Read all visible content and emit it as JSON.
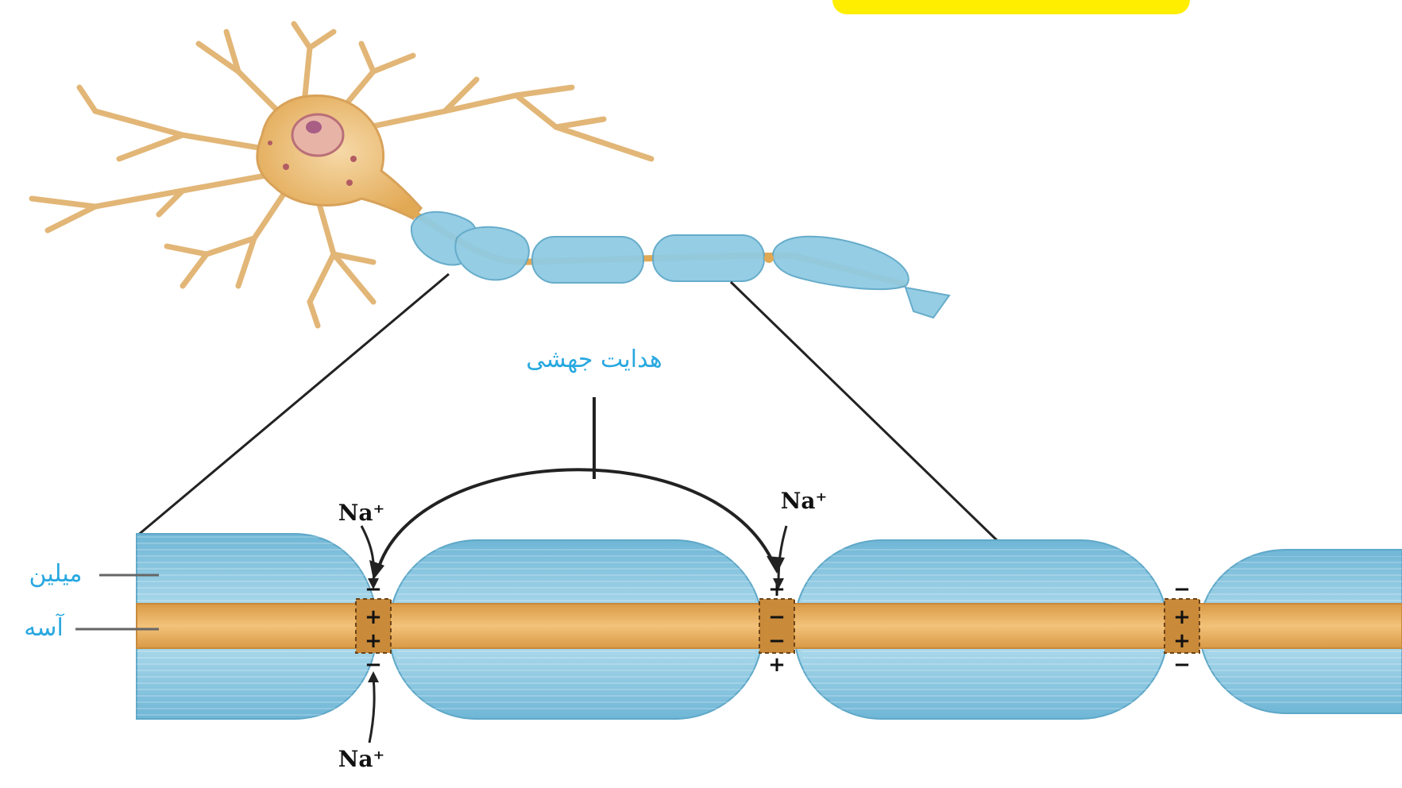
{
  "highlight_box": {
    "color": "#ffee00",
    "text": ""
  },
  "labels": {
    "saltatory_conduction": "هدایت جهشی",
    "myelin": "میلین",
    "axon": "آسه",
    "na_top_left": "Na⁺",
    "na_top_right": "Na⁺",
    "na_bottom": "Na⁺"
  },
  "colors": {
    "label_text": "#29a8e0",
    "myelin": "#8fcbe3",
    "axon": "#e8b060",
    "neuron_body": "#eec98a",
    "node": "#c98a3a"
  },
  "node_signs": [
    {
      "outer_top": "−",
      "inner": [
        "+",
        "+"
      ],
      "outer_bottom": "−"
    },
    {
      "outer_top": "+",
      "inner": [
        "−",
        "−"
      ],
      "outer_bottom": "+"
    },
    {
      "outer_top": "−",
      "inner": [
        "+",
        "+"
      ],
      "outer_bottom": "−"
    }
  ]
}
